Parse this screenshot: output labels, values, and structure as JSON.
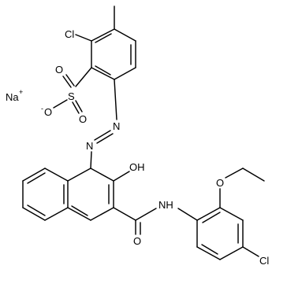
{
  "molecule": {
    "atoms": {
      "cl_top": "Cl",
      "s": "S",
      "o_sulf_top": "O",
      "o_sulf_bottom": "O",
      "o_minus": "O",
      "o_minus_charge": "-",
      "na": "Na",
      "na_charge": "+",
      "n_azo_1": "N",
      "n_azo_2": "N",
      "oh_label": "OH",
      "o_amide": "O",
      "nh_label": "NH",
      "o_ether": "O",
      "cl_bottom": "Cl"
    }
  }
}
